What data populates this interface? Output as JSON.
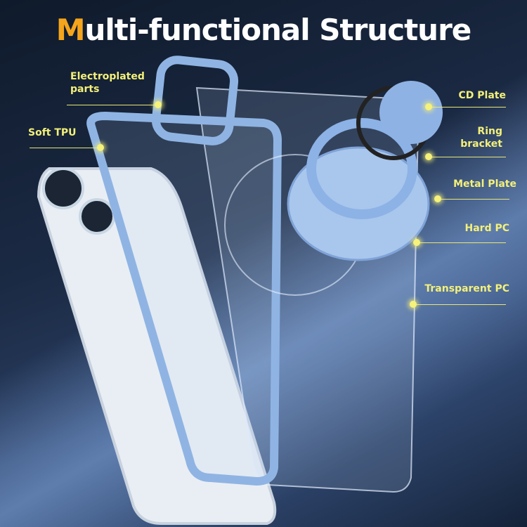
{
  "title": {
    "highlight": "M",
    "rest": "ulti-functional Structure"
  },
  "labels": {
    "electroplated": "Electroplated parts",
    "soft_tpu": "Soft TPU",
    "cd_plate": "CD Plate",
    "ring_bracket": "Ring bracket",
    "metal_plate": "Metal Plate",
    "hard_pc": "Hard PC",
    "transparent_pc": "Transparent PC"
  },
  "colors": {
    "accent": "#f5a51c",
    "label": "#f3f07a",
    "frame": "#8fb4e3"
  }
}
